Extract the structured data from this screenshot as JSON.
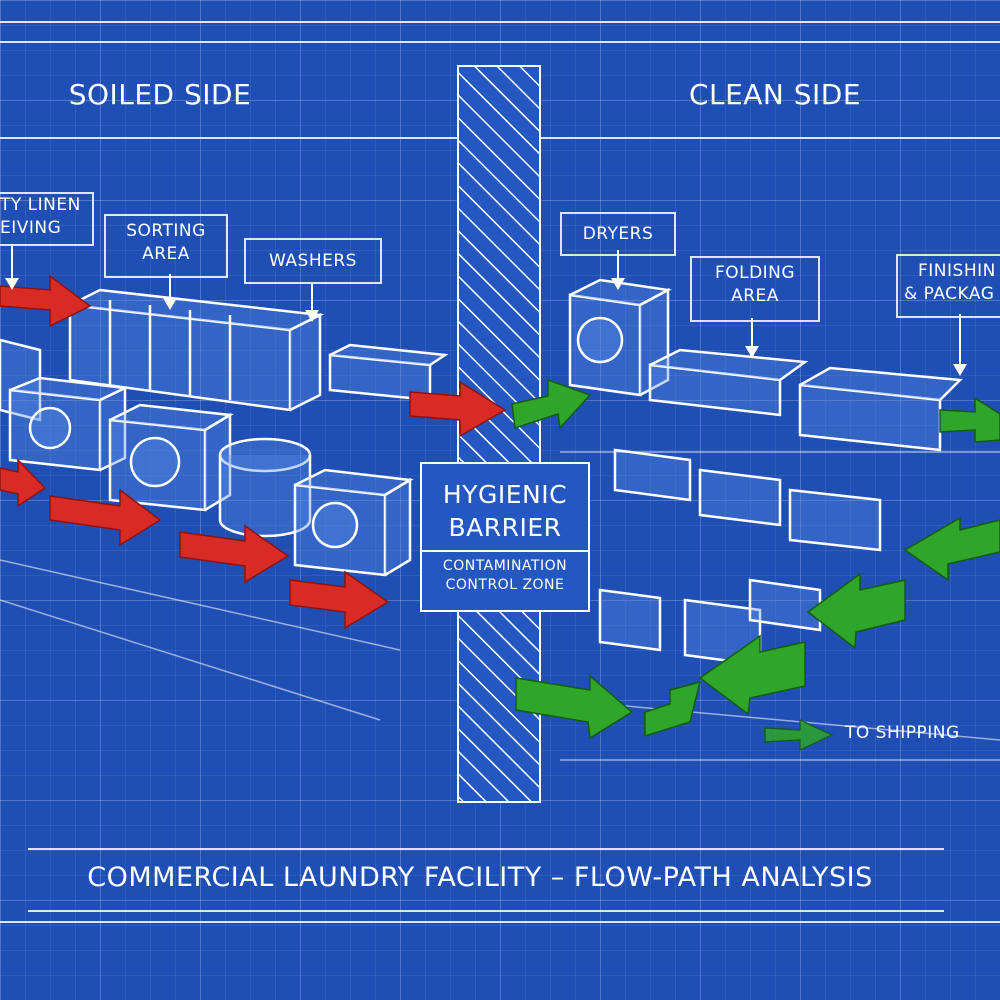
{
  "sides": {
    "soiled": "SOILED SIDE",
    "clean": "CLEAN SIDE"
  },
  "callouts": {
    "receiving": [
      "TY LINEN",
      "EIVING"
    ],
    "sorting": [
      "SORTING",
      "AREA"
    ],
    "washers": "WASHERS",
    "dryers": "DRYERS",
    "folding": [
      "FOLDING",
      "AREA"
    ],
    "finishing": [
      "FINISHIN",
      "& PACKAG"
    ],
    "shipping": "TO SHIPPING"
  },
  "barrier": {
    "title_line1": "HYGIENIC",
    "title_line2": "BARRIER",
    "sub_line1": "CONTAMINATION",
    "sub_line2": "CONTROL ZONE"
  },
  "footer": {
    "title": "COMMERCIAL LAUNDRY FACILITY – FLOW-PATH ANALYSIS"
  },
  "colors": {
    "background": "#1f4fb5",
    "soiled_arrow": "#d92b25",
    "clean_arrow": "#2fa52a",
    "line": "#ffffff"
  }
}
